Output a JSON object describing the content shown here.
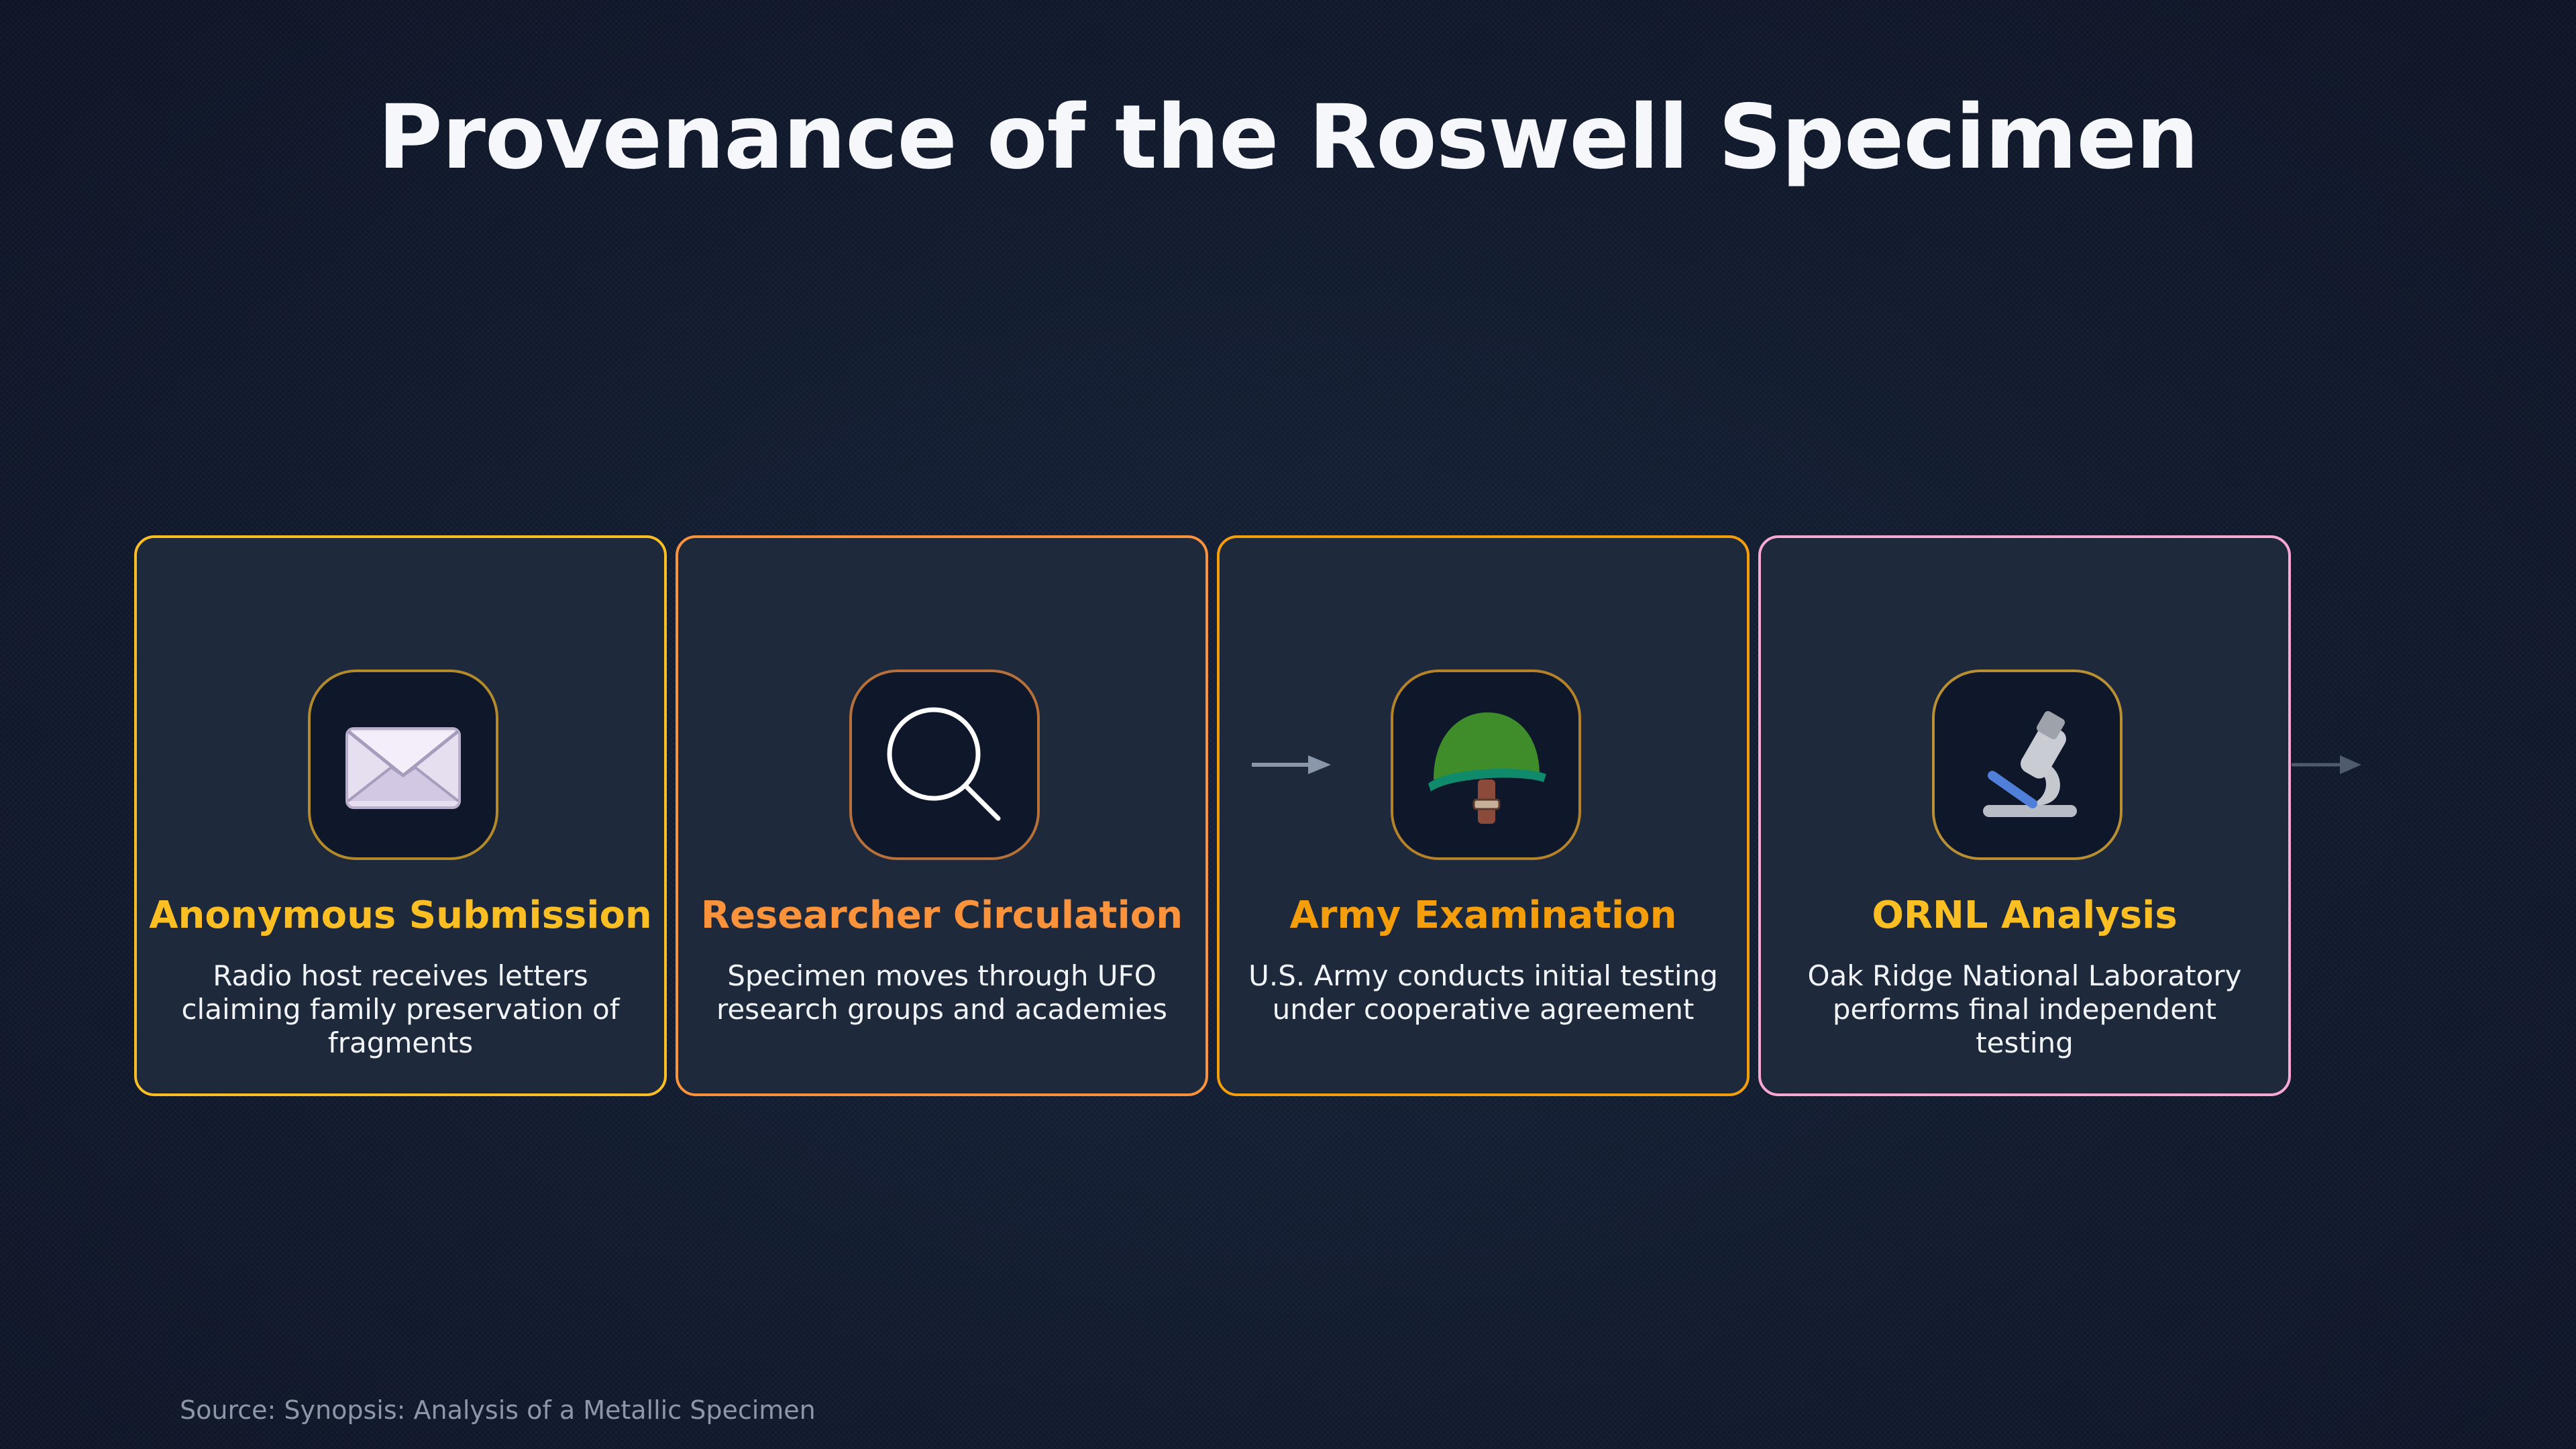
{
  "title": "Provenance of the Roswell Specimen",
  "steps": [
    {
      "icon": "envelope-icon",
      "title": "Anonymous Submission",
      "description": "Radio host receives letters claiming family preservation of fragments",
      "accent": "#fbbf24"
    },
    {
      "icon": "magnifying-glass-icon",
      "title": "Researcher Circulation",
      "description": "Specimen moves through UFO research groups and academies",
      "accent": "#fb923c"
    },
    {
      "icon": "military-helmet-icon",
      "title": "Army Examination",
      "description": "U.S. Army conducts initial testing under cooperative agreement",
      "accent": "#f59e0b"
    },
    {
      "icon": "microscope-icon",
      "title": "ORNL Analysis",
      "description": "Oak Ridge National Laboratory performs final independent testing",
      "accent": "#f9a8d4"
    }
  ],
  "source": "Source: Synopsis: Analysis of a Metallic Specimen"
}
